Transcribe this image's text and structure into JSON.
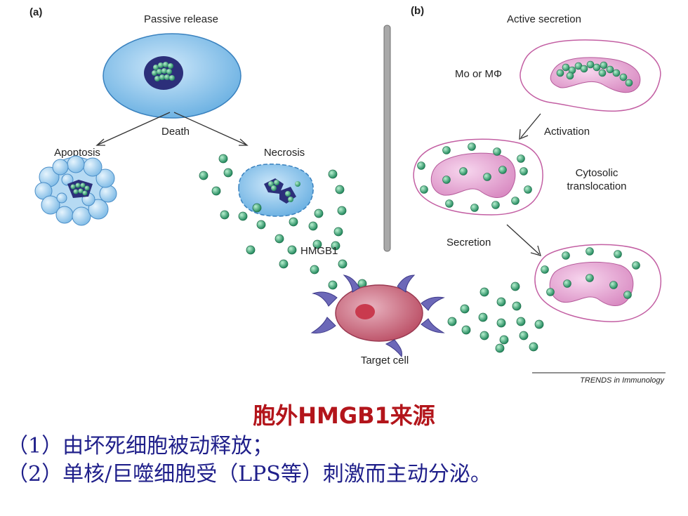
{
  "figure": {
    "panel_a": "(a)",
    "panel_b": "(b)",
    "passive_release": "Passive release",
    "death": "Death",
    "apoptosis": "Apoptosis",
    "necrosis": "Necrosis",
    "hmgb1": "HMGB1",
    "active_secretion": "Active secretion",
    "mo_mphi": "Mo or MΦ",
    "activation": "Activation",
    "cytosolic_1": "Cytosolic",
    "cytosolic_2": "translocation",
    "secretion": "Secretion",
    "target_cell": "Target cell",
    "credit": "TRENDS in Immunology"
  },
  "caption": {
    "title": "胞外HMGB1来源",
    "line1": "（1）由坏死细胞被动释放；",
    "line2": "（2）单核/巨噬细胞受（LPS等）刺激而主动分泌。"
  },
  "colors": {
    "cell_blue": "#8ec5ea",
    "nucleus_navy": "#2c2f7a",
    "hmgb1_green": "#3aa878",
    "pink_nucleus": "#e7a6d2",
    "target_red": "#c2536b",
    "caption_title": "#b3151b",
    "caption_text": "#1f1f8a"
  }
}
